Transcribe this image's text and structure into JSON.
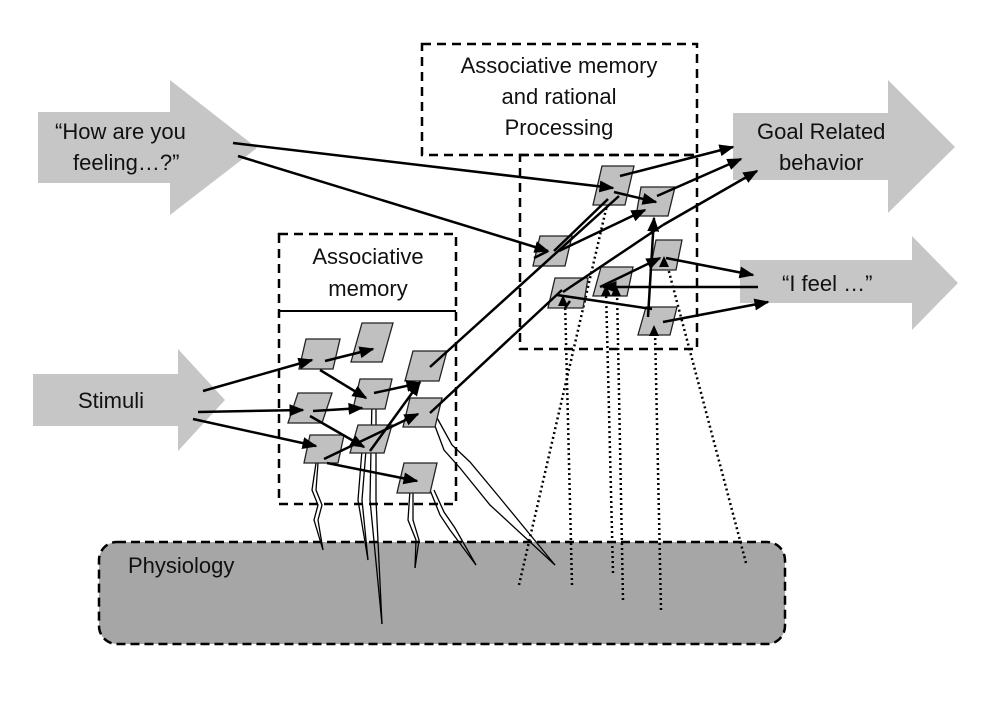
{
  "diagram": {
    "inputs": {
      "question": {
        "line1": "“How are you",
        "line2": "feeling…?”"
      },
      "stimuli": {
        "label": "Stimuli"
      }
    },
    "outputs": {
      "goal": {
        "line1": "Goal Related",
        "line2": "behavior"
      },
      "feel": {
        "label": "“I feel  …”"
      }
    },
    "regions": {
      "rational": {
        "line1": "Associative memory",
        "line2": "and rational",
        "line3": "Processing"
      },
      "associative": {
        "line1": "Associative",
        "line2": "memory"
      },
      "physiology": {
        "label": "Physiology"
      }
    },
    "colors": {
      "arrow_fill": "#c6c6c6",
      "node_fill": "#c0c0c0",
      "physiology_fill": "#a6a6a6",
      "stroke": "#000000"
    }
  }
}
